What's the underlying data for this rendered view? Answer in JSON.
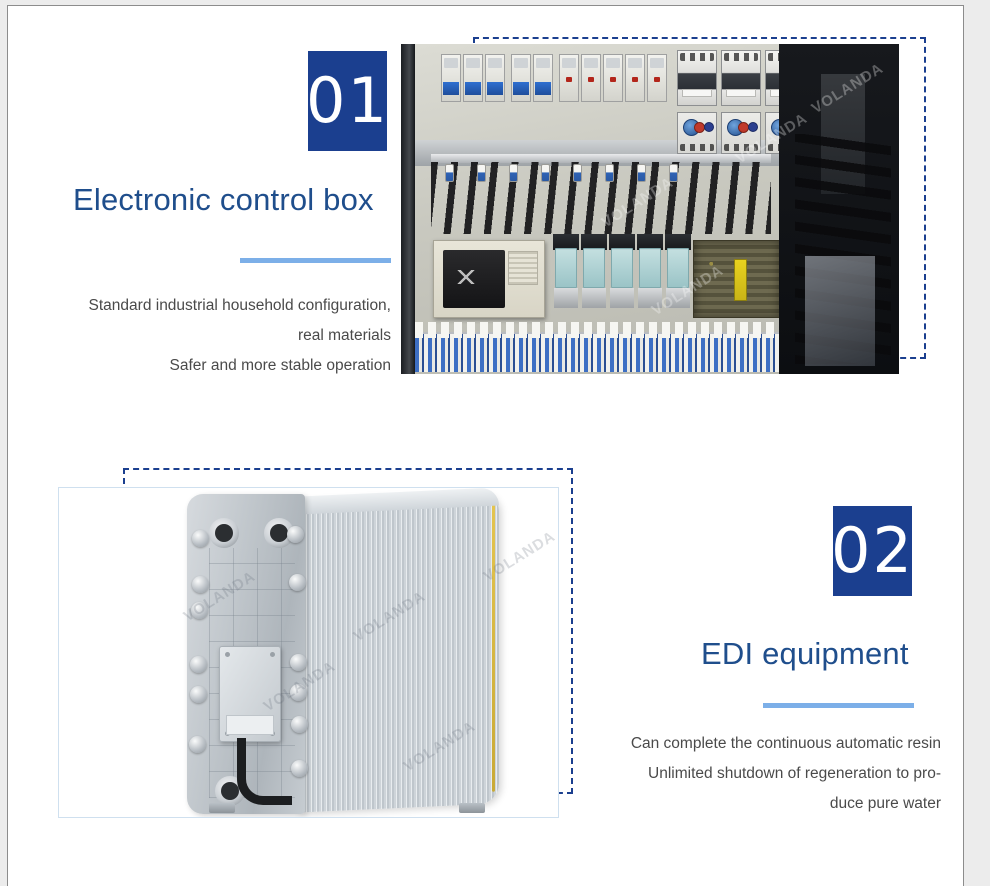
{
  "page": {
    "background_color": "#ececec",
    "page_color": "#ffffff",
    "accent_navy": "#1b3f8f",
    "heading_color": "#1f4e8c",
    "divider_color": "#7cafe8",
    "body_text_color": "#4a4a4a"
  },
  "sections": [
    {
      "badge": "01",
      "heading": "Electronic control box",
      "description_lines": [
        "Standard industrial household configuration,",
        "real materials",
        "Safer and more stable operation"
      ],
      "image": {
        "name": "electronic-control-box-photo",
        "alt": "Open electrical control cabinet with circuit breakers, contactors, PLC, relays and terminal blocks",
        "watermarks": [
          "VOLANDA",
          "VOLANDA",
          "VOLANDA",
          "VOLANDA"
        ]
      }
    },
    {
      "badge": "02",
      "heading": "EDI equipment",
      "description_lines": [
        "Can complete the continuous automatic resin",
        "Unlimited shutdown of regeneration to pro-",
        "duce pure water"
      ],
      "image": {
        "name": "edi-equipment-photo",
        "alt": "EDI electrodeionization module stack with grey end plate, bolts and junction box",
        "watermarks": [
          "VOLANDA",
          "VOLANDA",
          "VOLANDA",
          "VOLANDA",
          "VOLANDA"
        ]
      }
    }
  ]
}
